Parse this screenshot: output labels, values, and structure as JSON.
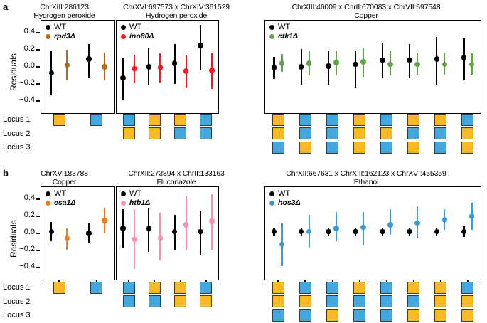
{
  "figure": {
    "panel_labels": [
      "a",
      "b"
    ],
    "y_axis_label": "Residuals",
    "y_ticks": [
      "0.4",
      "0.2",
      "0.0",
      "-0.2",
      "-0.4"
    ],
    "locus_labels": [
      "Locus 1",
      "Locus 2",
      "Locus 3"
    ],
    "colors": {
      "wt": "#000000",
      "allele_orange": "#F9B925",
      "allele_blue": "#41A7DE",
      "square_border": "#3a3a3a",
      "rpd3": "#B36A14",
      "ino80": "#ED1C24",
      "ctk1": "#5FA344",
      "esa1": "#F07F18",
      "htb1": "#F78FB8",
      "hos3": "#3C9BD7"
    }
  },
  "chart_data": [
    {
      "id": "a1",
      "type": "scatter",
      "row": "a",
      "title": "ChrXIII:286123",
      "subtitle": "Hydrogen peroxide",
      "ylabel": "Residuals",
      "ylim": [
        -0.55,
        0.55
      ],
      "yticks": [
        0.4,
        0.2,
        0.0,
        -0.2,
        -0.4
      ],
      "legend": [
        {
          "name": "WT",
          "color": "#000000",
          "italic": false
        },
        {
          "name": "rpd3Δ",
          "color": "#B36A14",
          "italic": true
        }
      ],
      "n_groups": 2,
      "loci_shown": 1,
      "genotypes": [
        [
          "orange"
        ],
        [
          "blue"
        ]
      ],
      "series": [
        {
          "name": "WT",
          "color": "#000000",
          "values": [
            -0.07,
            0.09
          ],
          "lo": [
            -0.33,
            -0.13
          ],
          "hi": [
            0.18,
            0.27
          ]
        },
        {
          "name": "rpd3Δ",
          "color": "#B36A14",
          "values": [
            0.02,
            0.0
          ],
          "lo": [
            -0.16,
            -0.16
          ],
          "hi": [
            0.2,
            0.17
          ]
        }
      ]
    },
    {
      "id": "a2",
      "type": "scatter",
      "row": "a",
      "title": "ChrXVI:697573 x ChrXIV:361529",
      "subtitle": "Hydrogen peroxide",
      "ylabel": "Residuals",
      "ylim": [
        -0.55,
        0.55
      ],
      "yticks": [
        0.4,
        0.2,
        0.0,
        -0.2,
        -0.4
      ],
      "legend": [
        {
          "name": "WT",
          "color": "#000000",
          "italic": false
        },
        {
          "name": "ino80Δ",
          "color": "#ED1C24",
          "italic": true
        }
      ],
      "n_groups": 4,
      "loci_shown": 2,
      "genotypes": [
        [
          "blue",
          "orange"
        ],
        [
          "orange",
          "orange"
        ],
        [
          "orange",
          "blue"
        ],
        [
          "blue",
          "blue"
        ]
      ],
      "series": [
        {
          "name": "WT",
          "color": "#000000",
          "values": [
            -0.13,
            0.0,
            0.04,
            0.25
          ],
          "lo": [
            -0.39,
            -0.22,
            -0.2,
            -0.04
          ],
          "hi": [
            0.11,
            0.22,
            0.27,
            0.49
          ]
        },
        {
          "name": "ino80Δ",
          "color": "#ED1C24",
          "values": [
            -0.02,
            -0.01,
            -0.05,
            -0.04
          ],
          "lo": [
            -0.18,
            -0.18,
            -0.24,
            -0.26
          ],
          "hi": [
            0.14,
            0.16,
            0.13,
            0.16
          ]
        }
      ]
    },
    {
      "id": "a3",
      "type": "scatter",
      "row": "a",
      "title": "ChrXIII:46009 x ChrII:670083 x ChrVII:697548",
      "subtitle": "Copper",
      "ylabel": "Residuals",
      "ylim": [
        -0.55,
        0.55
      ],
      "yticks": [
        0.4,
        0.2,
        0.0,
        -0.2,
        -0.4
      ],
      "legend": [
        {
          "name": "WT",
          "color": "#000000",
          "italic": false
        },
        {
          "name": "ctk1Δ",
          "color": "#5FA344",
          "italic": true
        }
      ],
      "n_groups": 8,
      "loci_shown": 3,
      "genotypes": [
        [
          "orange",
          "orange",
          "blue"
        ],
        [
          "blue",
          "blue",
          "orange"
        ],
        [
          "blue",
          "blue",
          "blue"
        ],
        [
          "orange",
          "orange",
          "orange"
        ],
        [
          "blue",
          "orange",
          "blue"
        ],
        [
          "orange",
          "blue",
          "orange"
        ],
        [
          "orange",
          "blue",
          "blue"
        ],
        [
          "blue",
          "orange",
          "orange"
        ]
      ],
      "series": [
        {
          "name": "WT",
          "color": "#000000",
          "values": [
            -0.01,
            0.0,
            0.01,
            0.03,
            0.08,
            0.08,
            0.09,
            0.11
          ],
          "lo": [
            -0.14,
            -0.21,
            -0.21,
            -0.24,
            -0.13,
            -0.13,
            -0.21,
            -0.16
          ],
          "hi": [
            0.12,
            0.21,
            0.19,
            0.19,
            0.28,
            0.27,
            0.35,
            0.33
          ]
        },
        {
          "name": "ctk1Δ",
          "color": "#5FA344",
          "values": [
            0.04,
            0.04,
            0.05,
            0.06,
            0.03,
            0.03,
            0.03,
            0.03
          ],
          "lo": [
            -0.06,
            -0.1,
            -0.1,
            -0.12,
            -0.1,
            -0.09,
            -0.09,
            -0.09
          ],
          "hi": [
            0.15,
            0.18,
            0.19,
            0.22,
            0.18,
            0.16,
            0.17,
            0.16
          ]
        }
      ]
    },
    {
      "id": "b1",
      "type": "scatter",
      "row": "b",
      "title": "ChrXV:183788",
      "subtitle": "Copper",
      "ylabel": "Residuals",
      "ylim": [
        -0.55,
        0.55
      ],
      "yticks": [
        0.4,
        0.2,
        0.0,
        -0.2,
        -0.4
      ],
      "legend": [
        {
          "name": "WT",
          "color": "#000000",
          "italic": false
        },
        {
          "name": "esa1Δ",
          "color": "#F07F18",
          "italic": true
        }
      ],
      "n_groups": 2,
      "loci_shown": 1,
      "genotypes": [
        [
          "orange"
        ],
        [
          "blue"
        ]
      ],
      "series": [
        {
          "name": "WT",
          "color": "#000000",
          "values": [
            0.02,
            0.0
          ],
          "lo": [
            -0.09,
            -0.12
          ],
          "hi": [
            0.13,
            0.12
          ]
        },
        {
          "name": "esa1Δ",
          "color": "#F07F18",
          "values": [
            -0.06,
            0.15
          ],
          "lo": [
            -0.19,
            0.0
          ],
          "hi": [
            0.06,
            0.3
          ]
        }
      ]
    },
    {
      "id": "b2",
      "type": "scatter",
      "row": "b",
      "title": "ChrXII:273894 x ChrII:133163",
      "subtitle": "Fluconazole",
      "ylabel": "Residuals",
      "ylim": [
        -0.55,
        0.55
      ],
      "yticks": [
        0.4,
        0.2,
        0.0,
        -0.2,
        -0.4
      ],
      "legend": [
        {
          "name": "WT",
          "color": "#000000",
          "italic": false
        },
        {
          "name": "htb1Δ",
          "color": "#F78FB8",
          "italic": true
        }
      ],
      "n_groups": 4,
      "loci_shown": 2,
      "genotypes": [
        [
          "blue",
          "blue"
        ],
        [
          "orange",
          "blue"
        ],
        [
          "orange",
          "orange"
        ],
        [
          "blue",
          "orange"
        ]
      ],
      "series": [
        {
          "name": "WT",
          "color": "#000000",
          "values": [
            0.06,
            0.06,
            0.02,
            0.02
          ],
          "lo": [
            -0.17,
            -0.22,
            -0.2,
            -0.26
          ],
          "hi": [
            0.28,
            0.29,
            0.22,
            0.26
          ]
        },
        {
          "name": "htb1Δ",
          "color": "#F78FB8",
          "values": [
            -0.07,
            -0.06,
            0.1,
            0.14
          ],
          "lo": [
            -0.42,
            -0.32,
            -0.19,
            -0.2
          ],
          "hi": [
            0.28,
            0.24,
            0.44,
            0.46
          ]
        }
      ]
    },
    {
      "id": "b3",
      "type": "scatter",
      "row": "b",
      "title": "ChrXII:667631 x ChrXIII:162123 x ChrXVI:455359",
      "subtitle": "Ethanol",
      "ylabel": "Residuals",
      "ylim": [
        -0.55,
        0.55
      ],
      "yticks": [
        0.4,
        0.2,
        0.0,
        -0.2,
        -0.4
      ],
      "legend": [
        {
          "name": "WT",
          "color": "#000000",
          "italic": false
        },
        {
          "name": "hos3Δ",
          "color": "#3C9BD7",
          "italic": true
        }
      ],
      "n_groups": 8,
      "loci_shown": 3,
      "genotypes": [
        [
          "orange",
          "orange",
          "blue"
        ],
        [
          "blue",
          "orange",
          "blue"
        ],
        [
          "blue",
          "blue",
          "orange"
        ],
        [
          "orange",
          "blue",
          "blue"
        ],
        [
          "blue",
          "blue",
          "blue"
        ],
        [
          "orange",
          "blue",
          "orange"
        ],
        [
          "orange",
          "orange",
          "orange"
        ],
        [
          "blue",
          "orange",
          "orange"
        ]
      ],
      "series": [
        {
          "name": "WT",
          "color": "#000000",
          "values": [
            0.02,
            0.02,
            0.02,
            0.02,
            0.02,
            0.02,
            0.02,
            0.02
          ],
          "lo": [
            -0.03,
            -0.03,
            -0.03,
            -0.03,
            -0.03,
            -0.03,
            -0.03,
            -0.04
          ],
          "hi": [
            0.07,
            0.07,
            0.07,
            0.07,
            0.07,
            0.07,
            0.07,
            0.08
          ]
        },
        {
          "name": "hos3Δ",
          "color": "#3C9BD7",
          "values": [
            -0.13,
            0.02,
            0.06,
            0.07,
            0.1,
            0.12,
            0.16,
            0.2
          ],
          "lo": [
            -0.38,
            -0.17,
            -0.09,
            -0.14,
            -0.02,
            -0.06,
            0.04,
            0.04
          ],
          "hi": [
            0.12,
            0.22,
            0.25,
            0.25,
            0.28,
            0.32,
            0.28,
            0.36
          ]
        }
      ]
    }
  ]
}
